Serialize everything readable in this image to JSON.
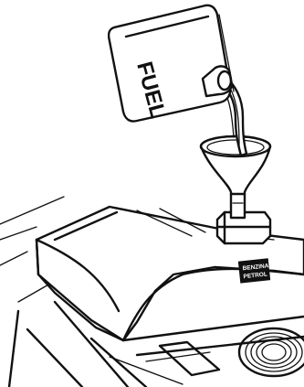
{
  "can": {
    "label": "FUEL"
  },
  "tank_badge": {
    "line1": "BENZINA",
    "line2": "PETROL"
  },
  "colors": {
    "ink": "#111111",
    "paper": "#ffffff"
  }
}
